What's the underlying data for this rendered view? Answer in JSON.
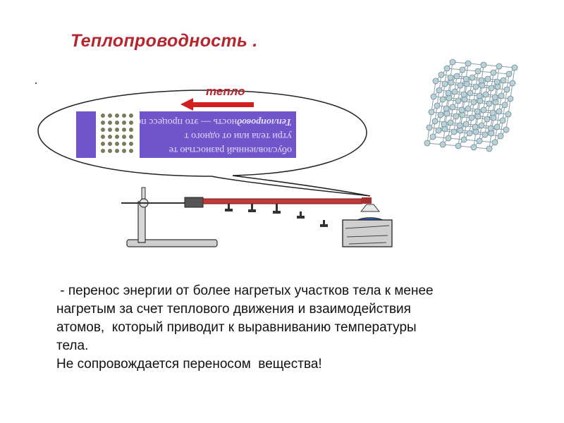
{
  "title": "Теплопроводность .",
  "heat_label": "тепло",
  "banner": {
    "line1": "обусловленный разностью те",
    "line2": "утри тела или от одного т",
    "line3": "ность — это процесс переноса",
    "term": "Теплопровод"
  },
  "description": {
    "line1": " - перенос энергии от более нагретых участков тела к менее",
    "line2": "нагретым за счет теплового движения и взаимодействия",
    "line3": "атомов,  который приводит к выравниванию температуры",
    "line4": "тела.",
    "line5": "Не сопровождается переносом  вещества!"
  },
  "colors": {
    "title": "#b5262e",
    "rod": "#c23a3a",
    "banner": "#6f55c9",
    "lattice_node": "#b9d2da",
    "lattice_edge": "#8d9fa5",
    "arrow": "#d21f1f"
  },
  "icons": {
    "arrow": "left-arrow-icon",
    "lattice": "crystal-lattice-icon",
    "dots": "particle-grid-icon",
    "apparatus": "heat-conduction-apparatus"
  }
}
